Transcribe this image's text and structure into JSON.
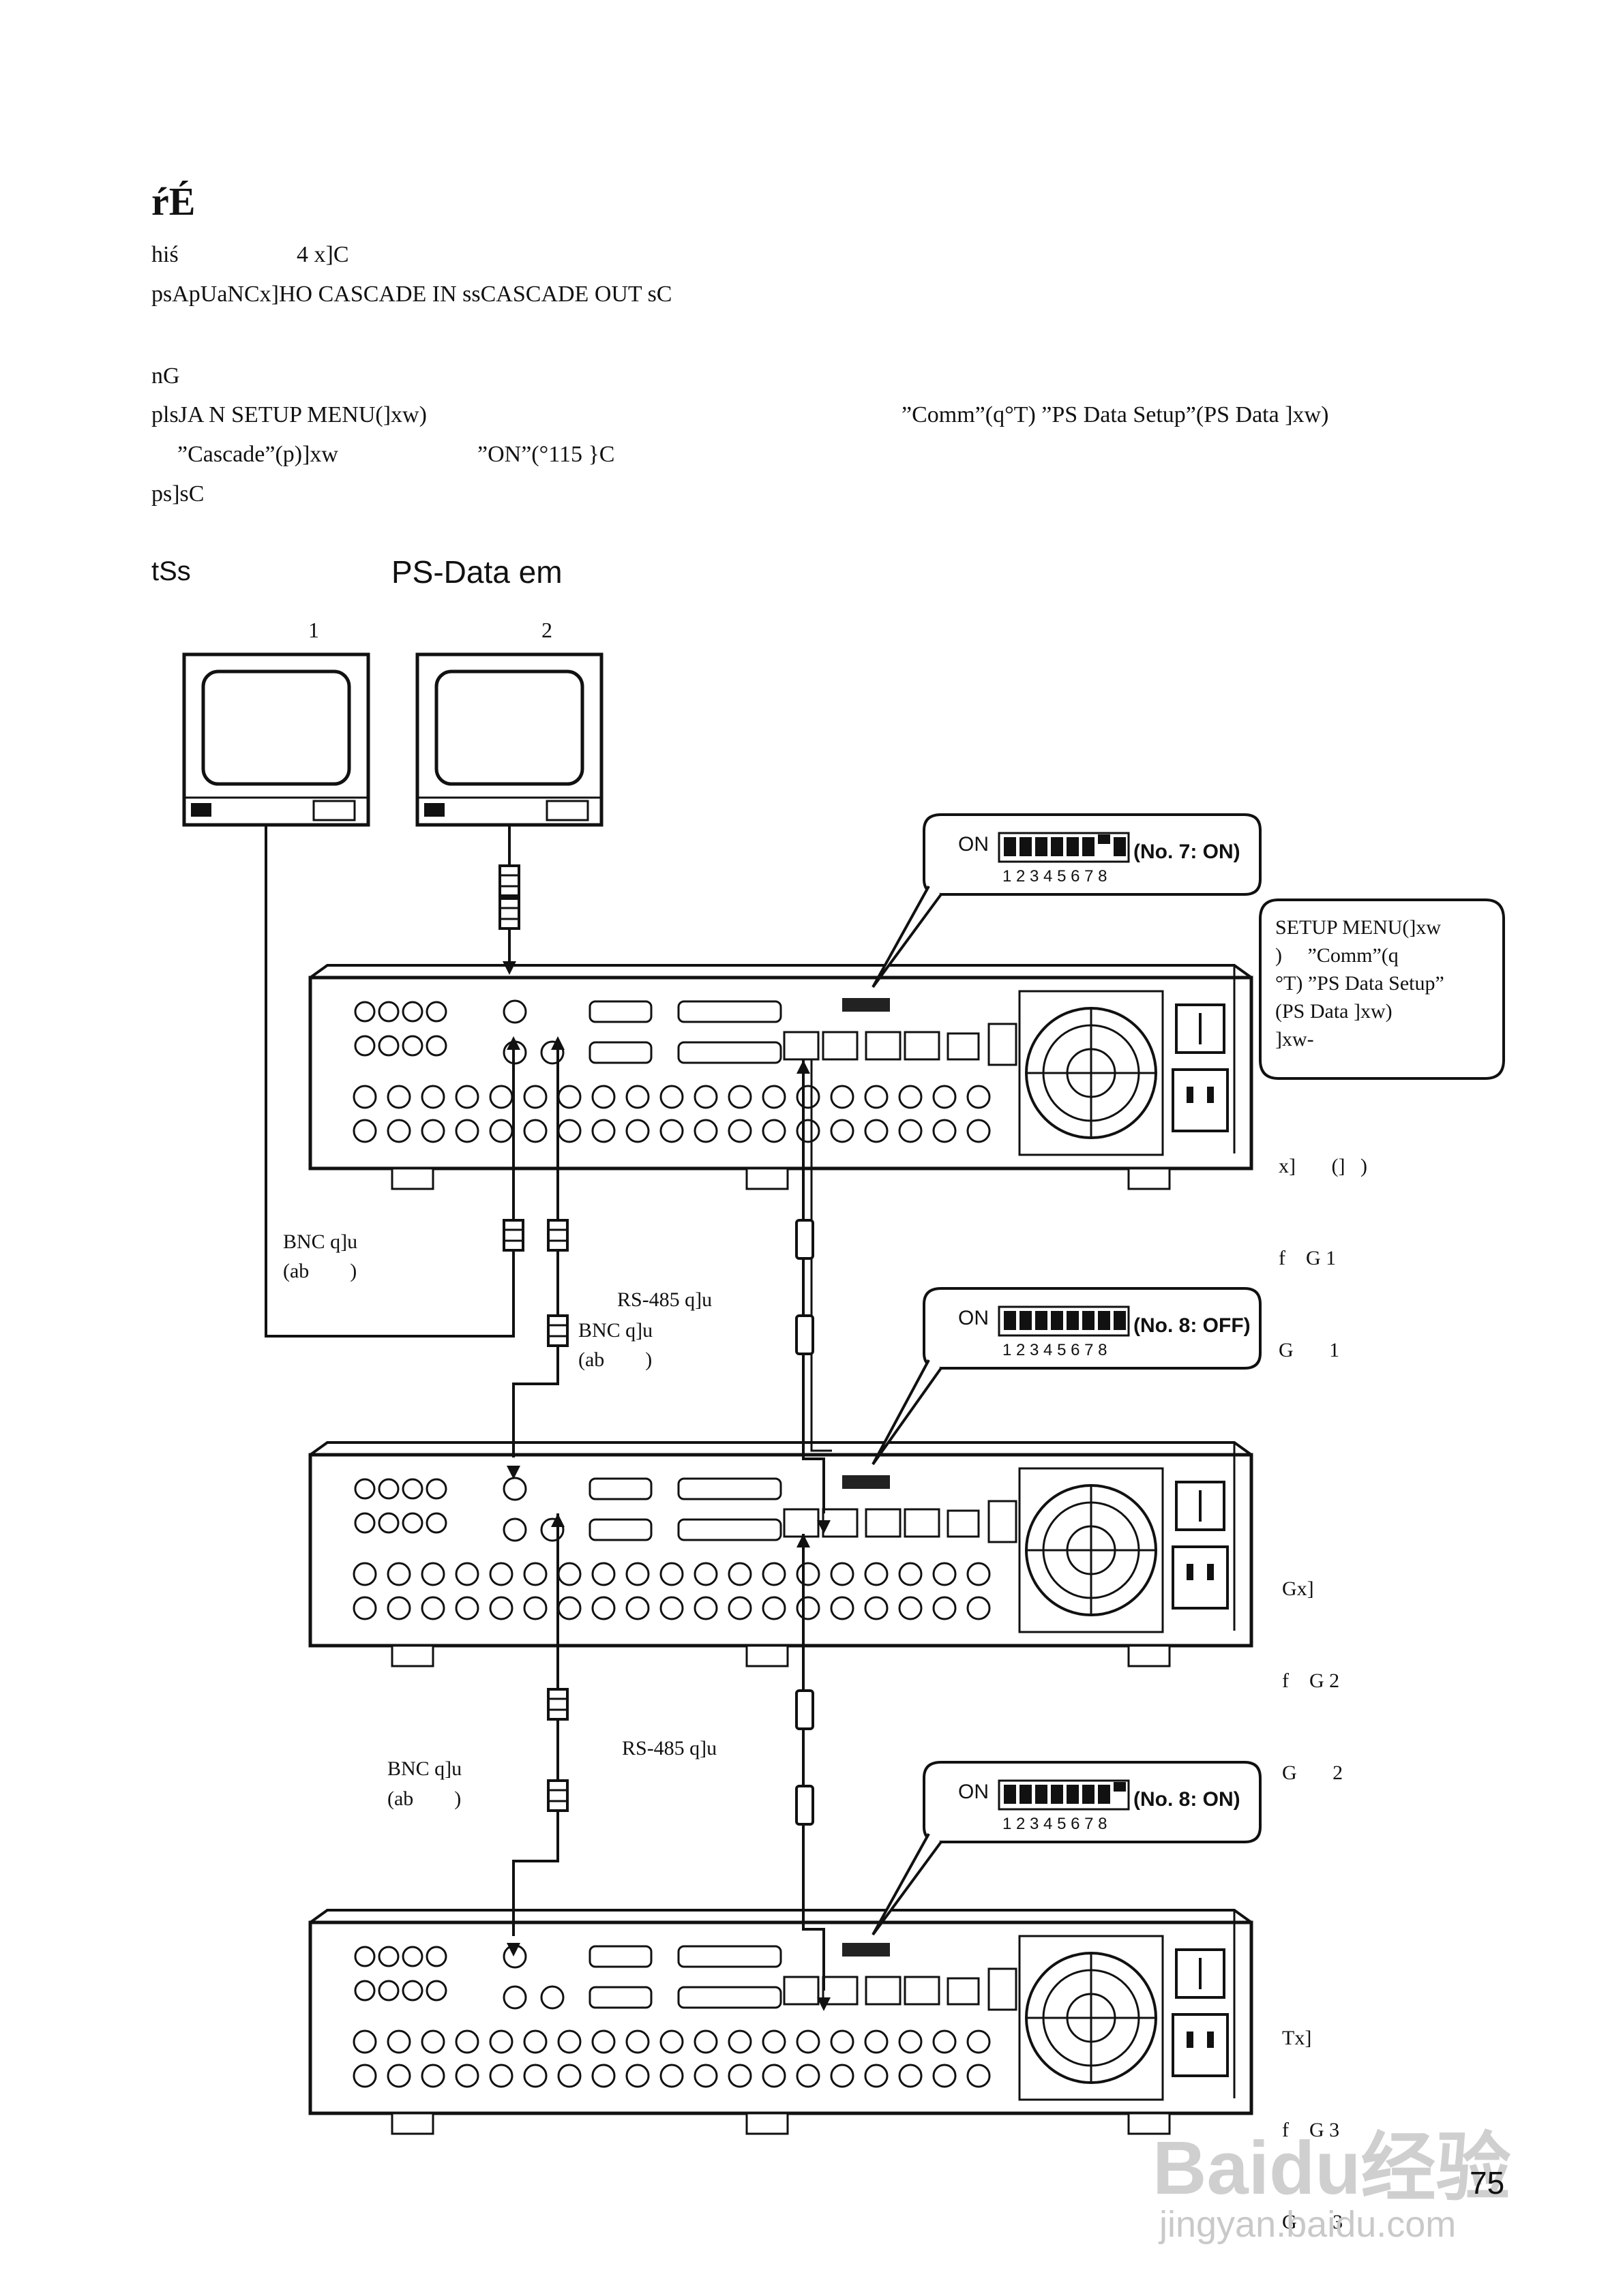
{
  "heading": "ŕÉ",
  "intro": {
    "line1_a": "hiś",
    "line1_b": "4 x]C",
    "line2": "psApUaNCx]HO CASCADE IN ssCASCADE OUT sC"
  },
  "setup": {
    "label": "nG",
    "line1_a": "plsJA N  SETUP  MENU(]xw)",
    "line1_b": "”Comm”(q°T)  ”PS  Data  Setup”(PS  Data  ]xw)",
    "line2_a": "”Cascade”(p)]xw",
    "line2_b": "”ON”(°115 }C",
    "line3": "ps]sC"
  },
  "diagram_heading": {
    "left": "tSs",
    "right": "PS-Data em"
  },
  "monitors": [
    {
      "label": "1"
    },
    {
      "label": "2"
    }
  ],
  "dip_switches": [
    {
      "note": "(No. 7: ON)",
      "on_label": "ON",
      "numbers": "1 2 3 4 5 6 7 8"
    },
    {
      "note": "(No. 8: OFF)",
      "on_label": "ON",
      "numbers": "1 2 3 4 5 6 7 8"
    },
    {
      "note": "(No. 8: ON)",
      "on_label": "ON",
      "numbers": "1 2 3 4 5 6 7 8"
    }
  ],
  "setup_box": {
    "line1": "SETUP MENU(]xw",
    "line2": ")     ”Comm”(q",
    "line3": "°T) ”PS Data Setup”",
    "line4": "(PS Data ]xw)",
    "line5": "]xw-"
  },
  "unit_labels": [
    {
      "l1": "x]       (]   )",
      "l2": "f    G 1",
      "l3": "G       1"
    },
    {
      "l1": "Gx]",
      "l2": "f    G 2",
      "l3": "G       2"
    },
    {
      "l1": "Tx]",
      "l2": "f    G 3",
      "l3": "G       3"
    }
  ],
  "cables": {
    "bnc1_a": "BNC q]u",
    "bnc1_b": "(ab        )",
    "rs485_1": "RS-485 q]u",
    "bnc2_a": "BNC q]u",
    "bnc2_b": "(ab        )",
    "bnc3_a": "BNC q]u",
    "bnc3_b": "(ab        )",
    "rs485_2": "RS-485 q]u"
  },
  "page_number": "75",
  "watermark": {
    "brand": "Baidu经验",
    "url": "jingyan.baidu.com"
  }
}
